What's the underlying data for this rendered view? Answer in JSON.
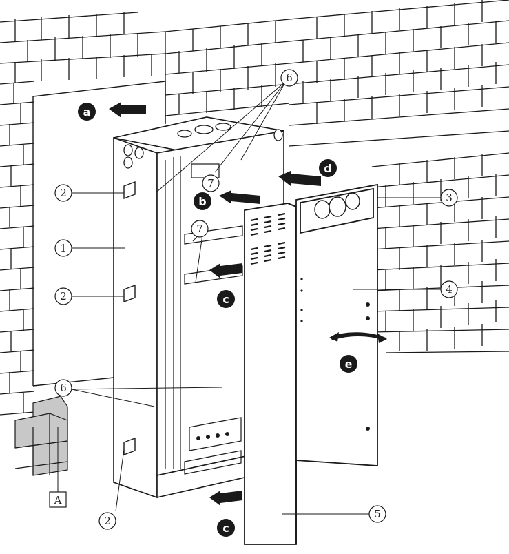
{
  "callouts": [
    {
      "id": "c1",
      "label": "1"
    },
    {
      "id": "c2a",
      "label": "2"
    },
    {
      "id": "c2b",
      "label": "2"
    },
    {
      "id": "c2c",
      "label": "2"
    },
    {
      "id": "c3",
      "label": "3"
    },
    {
      "id": "c4",
      "label": "4"
    },
    {
      "id": "c5",
      "label": "5"
    },
    {
      "id": "c6a",
      "label": "6"
    },
    {
      "id": "c6b",
      "label": "6"
    },
    {
      "id": "c7a",
      "label": "7"
    },
    {
      "id": "c7b",
      "label": "7"
    }
  ],
  "steps": [
    {
      "id": "sa",
      "label": "a"
    },
    {
      "id": "sb",
      "label": "b"
    },
    {
      "id": "sc1",
      "label": "c"
    },
    {
      "id": "sc2",
      "label": "c"
    },
    {
      "id": "sd",
      "label": "d"
    },
    {
      "id": "se",
      "label": "e"
    }
  ],
  "box_label": "A",
  "colors": {
    "line": "#1a1a1a",
    "step_fill": "#1a1a1a",
    "brick_fill": "#c8c8c8",
    "panel_fill": "#ffffff"
  }
}
